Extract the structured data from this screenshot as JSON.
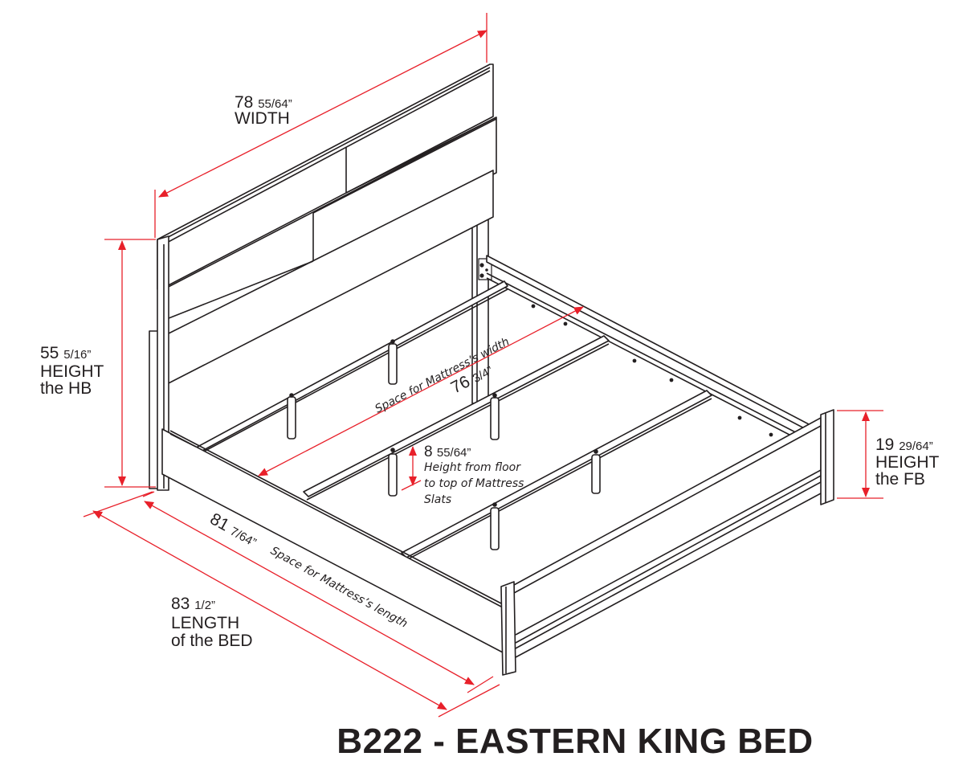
{
  "title": "B222 - EASTERN KING BED",
  "colors": {
    "line": "#231f20",
    "dimension": "#e8202a",
    "background": "#ffffff"
  },
  "dimensions": {
    "width": {
      "whole": "78",
      "fraction": "55/64”",
      "label": "WIDTH"
    },
    "hb_height": {
      "whole": "55",
      "fraction": "5/16”",
      "label1": "HEIGHT",
      "label2": "the HB"
    },
    "fb_height": {
      "whole": "19",
      "fraction": "29/64”",
      "label1": "HEIGHT",
      "label2": "the FB"
    },
    "length": {
      "whole": "83",
      "fraction": "1/2”",
      "label1": "LENGTH",
      "label2": "of the BED"
    },
    "mattress_width": {
      "whole": "76",
      "fraction": "3/4”",
      "label": "Space for Mattress’s width"
    },
    "mattress_length": {
      "whole": "81",
      "fraction": "7/64”",
      "label": "Space for Mattress’s length"
    },
    "slat_height": {
      "whole": "8",
      "fraction": "55/64”",
      "line1": "Height from floor",
      "line2": "to top of Mattress",
      "line3": "Slats"
    }
  }
}
